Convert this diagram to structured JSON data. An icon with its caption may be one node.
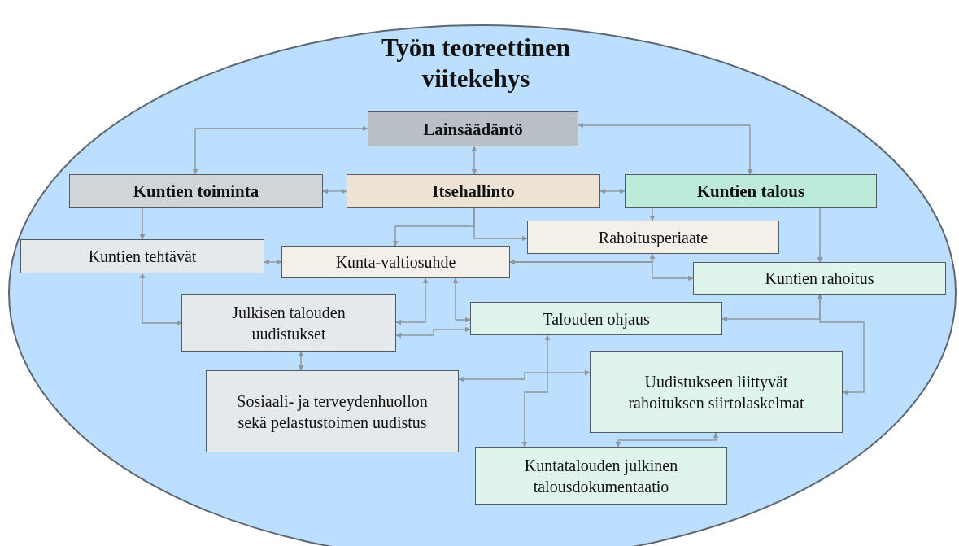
{
  "diagram": {
    "nodes": [
      {
        "text": [
          "Työn teoreettinen viitekehys"
        ]
      },
      {
        "text": [
          "Lainsäädäntö"
        ],
        "in": 0
      },
      {
        "text": [
          "Kuntien toiminta"
        ],
        "in": 0
      },
      {
        "text": [
          "Itsehallinto"
        ],
        "in": 0
      },
      {
        "text": [
          "Kuntien talous"
        ],
        "in": 0
      },
      {
        "text": [
          "Kuntien tehtävät"
        ],
        "in": 0
      },
      {
        "text": [
          "Kunta-valtiosuhde"
        ],
        "in": 0
      },
      {
        "text": [
          "Rahoitusperiaate"
        ],
        "in": 0
      },
      {
        "text": [
          "Kuntien rahoitus"
        ],
        "in": 0
      },
      {
        "text": [
          "Julkisen talouden uudistukset"
        ],
        "in": 0
      },
      {
        "text": [
          "Talouden ohjaus"
        ],
        "in": 0
      },
      {
        "text": [
          "Sosiaali- ja terveydenhuollon sekä pelastustoimen uudistus"
        ],
        "in": 0
      },
      {
        "text": [
          "Uudistukseen liittyvät rahoituksen siirtolaskelmat"
        ],
        "in": 0
      },
      {
        "text": [
          "Kuntatalouden julkinen talousdokumentaatio"
        ],
        "in": 0
      }
    ],
    "edges": [
      {
        "from": 2,
        "to": 1,
        "arrow": "both"
      },
      {
        "from": 1,
        "to": 3,
        "arrow": "both"
      },
      {
        "from": 1,
        "to": 4,
        "arrow": "both"
      },
      {
        "from": 2,
        "to": 3,
        "arrow": "both"
      },
      {
        "from": 3,
        "to": 4,
        "arrow": "both"
      },
      {
        "from": 2,
        "to": 5,
        "arrow": "to"
      },
      {
        "from": 3,
        "to": 6,
        "arrow": "to"
      },
      {
        "from": 3,
        "to": 7,
        "arrow": "to"
      },
      {
        "from": 4,
        "to": 7,
        "arrow": "to"
      },
      {
        "from": 4,
        "to": 8,
        "arrow": "to"
      },
      {
        "from": 5,
        "to": 6,
        "arrow": "both"
      },
      {
        "from": 6,
        "to": 7,
        "arrow": "both"
      },
      {
        "from": 6,
        "to": 8,
        "arrow": "both"
      },
      {
        "from": 5,
        "to": 9,
        "arrow": "both"
      },
      {
        "from": 9,
        "to": 6,
        "arrow": "both"
      },
      {
        "from": 9,
        "to": 10,
        "arrow": "both"
      },
      {
        "from": 6,
        "to": 10,
        "arrow": "both"
      },
      {
        "from": 9,
        "to": 11,
        "arrow": "both"
      },
      {
        "from": 8,
        "to": 10,
        "arrow": "both"
      },
      {
        "from": 8,
        "to": 12,
        "arrow": "both"
      },
      {
        "from": 11,
        "to": 12,
        "arrow": "both"
      },
      {
        "from": 10,
        "to": 13,
        "arrow": "both"
      },
      {
        "from": 13,
        "to": 12,
        "arrow": "both"
      }
    ]
  }
}
